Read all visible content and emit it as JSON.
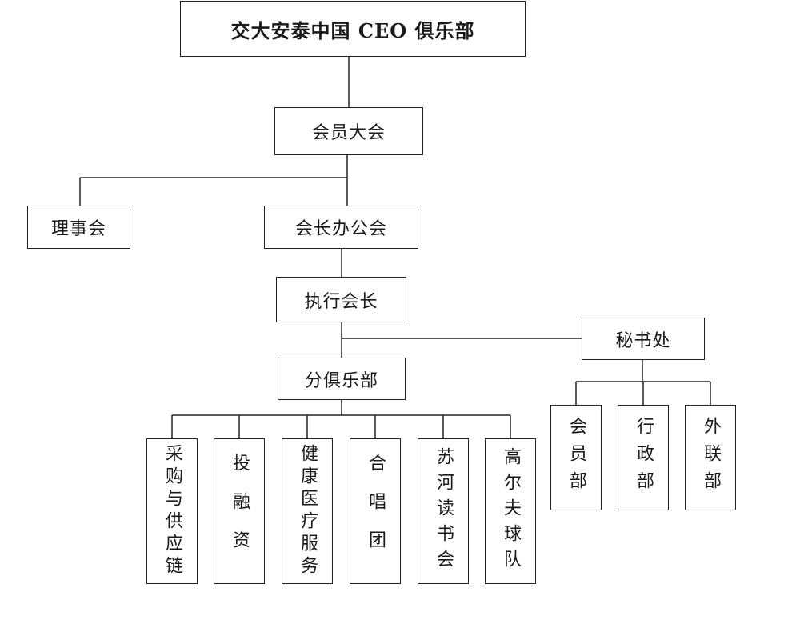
{
  "title": "交大安泰中国 CEO 俱乐部",
  "nodes": {
    "general_meeting": "会员大会",
    "board": "理事会",
    "president_office": "会长办公会",
    "executive_president": "执行会长",
    "secretariat": "秘书处",
    "branch_clubs": "分俱乐部"
  },
  "branch_departments": [
    "采购与供应链",
    "投融资",
    "健康医疗服务",
    "合唱团",
    "苏河读书会",
    "高尔夫球队"
  ],
  "secretariat_departments": [
    "会员部",
    "行政部",
    "外联部"
  ],
  "colors": {
    "line": "#222222",
    "box_border": "#222222",
    "background": "#ffffff"
  }
}
